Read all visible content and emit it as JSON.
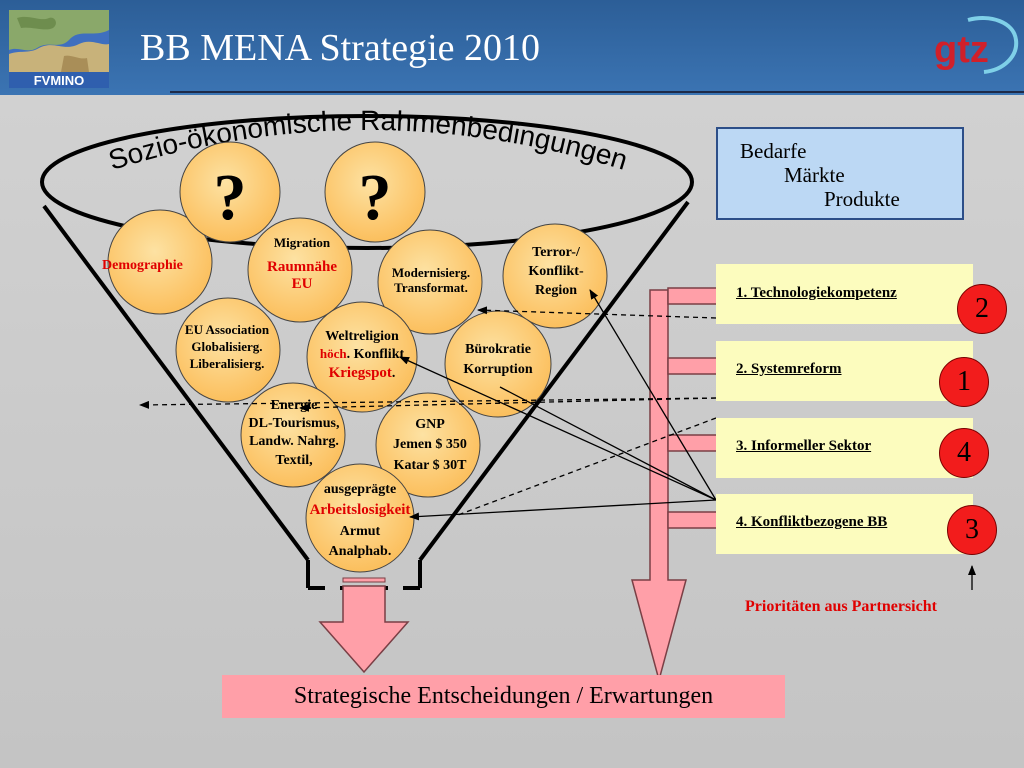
{
  "header": {
    "title": "BB MENA Strategie 2010",
    "left_logo": {
      "icon": "fvmino-map-logo-icon",
      "text": "FVMINO"
    },
    "right_logo": {
      "icon": "gtz-logo-icon",
      "text": "gtz"
    }
  },
  "funnel": {
    "arc_label": "Sozio-ökonomische Rahmenbedingungen",
    "question_marks": [
      "?",
      "?"
    ]
  },
  "factors": {
    "demographie": "Demographie",
    "migration": {
      "line1": "Migration",
      "line2": "Raumnähe",
      "line3": "EU"
    },
    "modernisierung": {
      "line1": "Modernisierg.",
      "line2": "Transformat."
    },
    "terror": {
      "line1": "Terror-/",
      "line2": "Konflikt-",
      "line3": "Region"
    },
    "eu_association": {
      "line1": "EU Association",
      "line2": "Globalisierg.",
      "line3": "Liberalisierg."
    },
    "weltreligion": {
      "line1": "Weltreligion",
      "line2a": "höch",
      "line2b": ". Konflikt",
      "line3a": "Kriegspot",
      "line3b": "."
    },
    "buerokratie": {
      "line1": "Bürokratie",
      "line2": "Korruption"
    },
    "energie": {
      "line1": "Energie",
      "line2": "DL-Tourismus,",
      "line3": "Landw. Nahrg.",
      "line4": "Textil,"
    },
    "gnp": {
      "line1": "GNP",
      "line2": "Jemen $ 350",
      "line3": "Katar $ 30T"
    },
    "arbeitslosigkeit": {
      "line1": "ausgeprägte",
      "line2": "Arbeitslosigkeit",
      "line3": "Armut",
      "line4": "Analphab."
    }
  },
  "bedarfe_box": {
    "line1": "Bedarfe",
    "line2": "Märkte",
    "line3": "Produkte"
  },
  "strategies": [
    {
      "label": "1. Technologiekompetenz",
      "priority": "2"
    },
    {
      "label": "2. Systemreform",
      "priority": "1"
    },
    {
      "label": "3. Informeller Sektor",
      "priority": "4"
    },
    {
      "label": "4. Konfliktbezogene BB",
      "priority": "3"
    }
  ],
  "priority_note": "Prioritäten aus Partnersicht",
  "bottom_banner": "Strategische Entscheidungen / Erwartungen",
  "colors": {
    "title_bar": "#2c5e97",
    "ball_fill": "#fdc96b",
    "strategy_box": "#fcfcbe",
    "bedarfe_box": "#bcd8f4",
    "priority_circle": "#f21c1c",
    "pink_arrow": "#ff9fa8",
    "accent_red": "#e00000"
  }
}
